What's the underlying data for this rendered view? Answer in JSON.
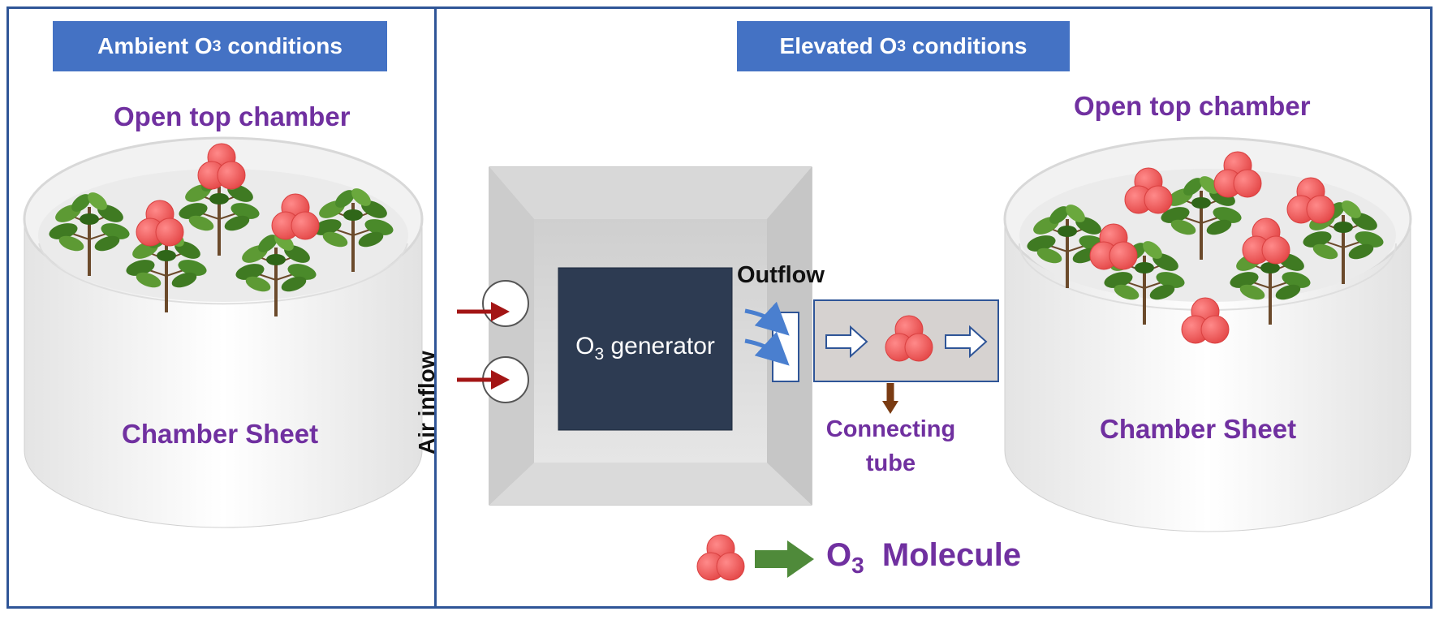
{
  "left_panel": {
    "banner": {
      "prefix": "Ambient O",
      "sub": "3",
      "suffix": " conditions"
    },
    "chamber_top_label": "Open top chamber",
    "chamber_sheet_label": "Chamber Sheet"
  },
  "right_panel": {
    "banner": {
      "prefix": "Elevated O",
      "sub": "3",
      "suffix": " conditions"
    },
    "chamber_top_label": "Open top chamber",
    "chamber_sheet_label": "Chamber Sheet",
    "generator": {
      "prefix": "O",
      "sub": "3",
      "suffix": " generator"
    },
    "air_inflow_label": "Air inflow",
    "outflow_label": "Outflow",
    "connecting_tube_line1": "Connecting",
    "connecting_tube_line2": "tube"
  },
  "legend": {
    "prefix": "O",
    "sub": "3",
    "suffix": "  Molecule"
  },
  "colors": {
    "panel_border": "#2f5597",
    "banner_fill": "#4472c4",
    "label_purple": "#7030a0",
    "generator_fill": "#2d3b52",
    "molecule_red": "#f05a5a",
    "inflow_arrow": "#a31515",
    "outflow_arrow": "#4a7fcf",
    "legend_arrow": "#4f8a3a",
    "tube_fill": "#d6d2d0"
  }
}
